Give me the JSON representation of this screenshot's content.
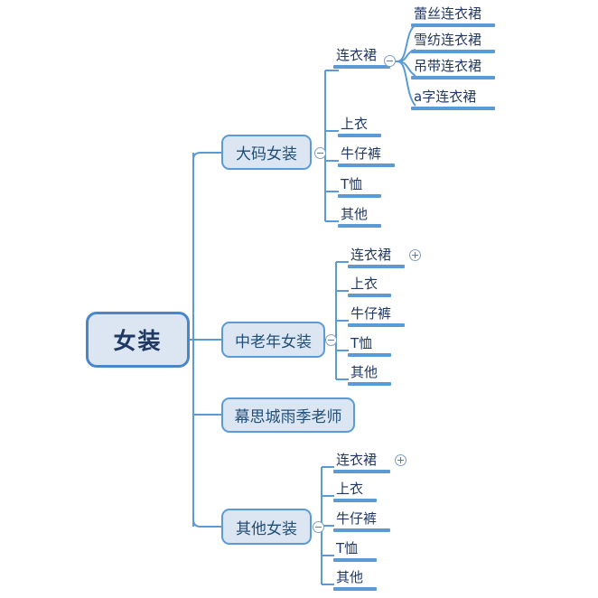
{
  "meta": {
    "title": "女装 思维导图",
    "colors": {
      "node_fill": "#dce6f2",
      "root_border": "#4a86c8",
      "node_border": "#5b9bd5",
      "line": "#5b9bd5",
      "text": "#1f3864",
      "toggle_border": "#7f9fc4"
    }
  },
  "root": {
    "label": "女装"
  },
  "branches": [
    {
      "id": "da-ma-nv-zhuang",
      "label": "大码女装",
      "toggle": "minus",
      "children": [
        {
          "id": "lian-yi-qun-1",
          "label": "连衣裙",
          "toggle": "minus",
          "children": [
            {
              "id": "lei-si-lian-yi-qun",
              "label": "蕾丝连衣裙"
            },
            {
              "id": "xue-fang-lian-yi-qun",
              "label": "雪纺连衣裙"
            },
            {
              "id": "diao-dai-lian-yi-qun",
              "label": "吊带连衣裙"
            },
            {
              "id": "a-zi-lian-yi-qun",
              "label": "a字连衣裙"
            }
          ]
        },
        {
          "id": "shang-yi-1",
          "label": "上衣"
        },
        {
          "id": "niu-zai-ku-1",
          "label": "牛仔裤"
        },
        {
          "id": "t-xu-1",
          "label": "T恤"
        },
        {
          "id": "qi-ta-1",
          "label": "其他"
        }
      ]
    },
    {
      "id": "zhong-lao-nian-nv-zhuang",
      "label": "中老年女装",
      "toggle": "minus",
      "children": [
        {
          "id": "lian-yi-qun-2",
          "label": "连衣裙",
          "toggle": "plus"
        },
        {
          "id": "shang-yi-2",
          "label": "上衣"
        },
        {
          "id": "niu-zai-ku-2",
          "label": "牛仔裤"
        },
        {
          "id": "t-xu-2",
          "label": "T恤"
        },
        {
          "id": "qi-ta-2",
          "label": "其他"
        }
      ]
    },
    {
      "id": "mu-si-cheng-yu-ji-lao-shi",
      "label": "幕思城雨季老师",
      "toggle": "none",
      "children": []
    },
    {
      "id": "qi-ta-nv-zhuang",
      "label": "其他女装",
      "toggle": "minus",
      "children": [
        {
          "id": "lian-yi-qun-3",
          "label": "连衣裙",
          "toggle": "plus"
        },
        {
          "id": "shang-yi-3",
          "label": "上衣"
        },
        {
          "id": "niu-zai-ku-3",
          "label": "牛仔裤"
        },
        {
          "id": "t-xu-3",
          "label": "T恤"
        },
        {
          "id": "qi-ta-3",
          "label": "其他"
        }
      ]
    }
  ]
}
